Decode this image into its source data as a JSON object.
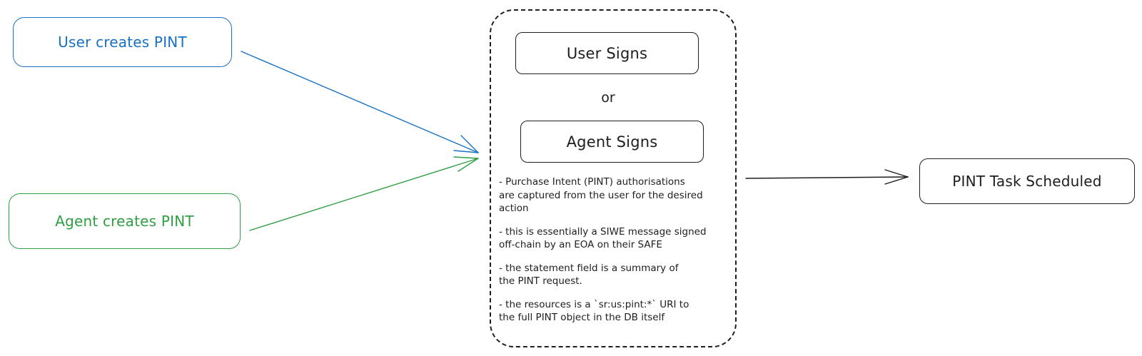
{
  "nodes": {
    "user_creates": "User creates PINT",
    "agent_creates": "Agent creates PINT",
    "user_signs": "User Signs",
    "or": "or",
    "agent_signs": "Agent Signs",
    "task_scheduled": "PINT Task Scheduled"
  },
  "notes": [
    "- Purchase Intent (PINT) authorisations\nare captured from the user for the desired\naction",
    "- this is essentially a SIWE message signed\noff-chain by an EOA on their SAFE",
    "- the statement field is a summary of\nthe PINT request.",
    "- the resources is a `sr:us:pint:*` URI to\nthe full PINT object in the DB itself"
  ],
  "colors": {
    "user": "#1971c2",
    "agent": "#2f9e44",
    "stroke": "#1e1e1e"
  }
}
